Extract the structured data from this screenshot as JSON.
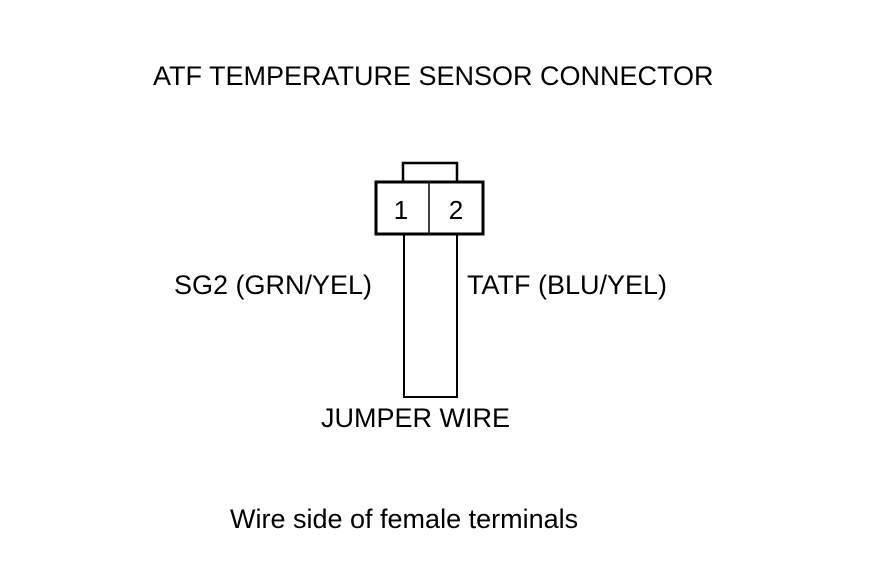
{
  "title": "ATF TEMPERATURE SENSOR CONNECTOR",
  "connector": {
    "pins": [
      "1",
      "2"
    ]
  },
  "wires": {
    "left": "SG2 (GRN/YEL)",
    "right": "TATF (BLU/YEL)",
    "jumper": "JUMPER WIRE"
  },
  "caption": "Wire side of female terminals"
}
